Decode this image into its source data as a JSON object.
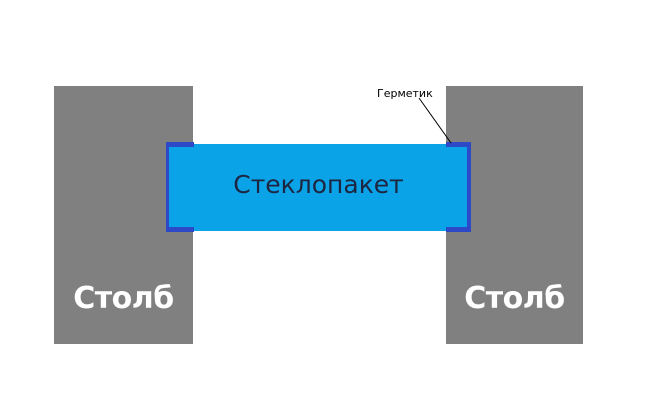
{
  "diagram": {
    "posts": {
      "left_label": "Столб",
      "right_label": "Столб"
    },
    "glass_unit": {
      "label": "Стеклопакет"
    },
    "sealant_callout": {
      "label": "Герметик"
    }
  },
  "colors": {
    "post": "#808080",
    "glass_unit": "#0aa3e8",
    "sealant": "#2d49c8",
    "background": "#ffffff"
  }
}
